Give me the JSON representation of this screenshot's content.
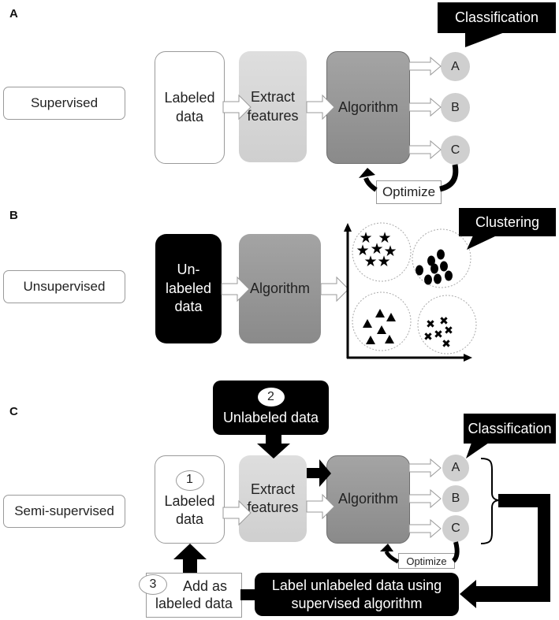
{
  "panels": {
    "a": {
      "label": "A",
      "mode": "Supervised",
      "stages": [
        "Labeled\ndata",
        "Extract\nfeatures",
        "Algorithm"
      ],
      "outputs": [
        "A",
        "B",
        "C"
      ],
      "callout": "Classification",
      "feedback": "Optimize"
    },
    "b": {
      "label": "B",
      "mode": "Unsupervised",
      "stages": [
        "Un-\nlabeled\ndata",
        "Algorithm"
      ],
      "callout": "Clustering",
      "clusters": [
        "stars",
        "ellipses",
        "triangles",
        "crosses"
      ]
    },
    "c": {
      "label": "C",
      "mode": "Semi-supervised",
      "unlabeled": {
        "step": "2",
        "text": "Unlabeled data"
      },
      "labeled": {
        "step": "1",
        "text": "Labeled\ndata"
      },
      "extract": "Extract\nfeatures",
      "algorithm": "Algorithm",
      "outputs": [
        "A",
        "B",
        "C"
      ],
      "callout": "Classification",
      "feedback": "Optimize",
      "label_step": "Label unlabeled data using\nsupervised algorithm",
      "add_step": {
        "step": "3",
        "text_line1": "Add as",
        "text_line2": "labeled data"
      }
    }
  }
}
